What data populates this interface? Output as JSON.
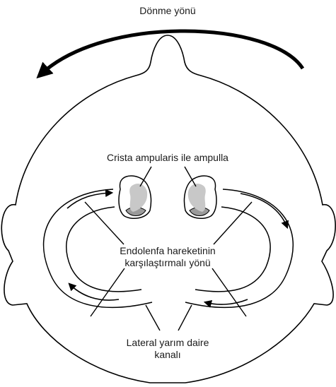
{
  "labels": {
    "rotation": "Dönme yönü",
    "crista": "Crista ampularis ile ampulla",
    "endolymph_line1": "Endolenfa hareketinin",
    "endolymph_line2": "karşılaştırmalı yönü",
    "canal_line1": "Lateral yarım daire",
    "canal_line2": "kanalı"
  },
  "colors": {
    "line": "#000000",
    "cupula": "#c8c8c8",
    "crista": "#9a9a9a",
    "background": "#ffffff"
  }
}
